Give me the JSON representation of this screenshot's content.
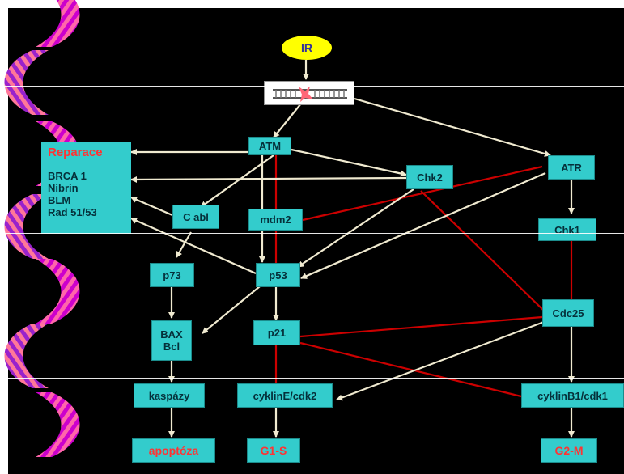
{
  "nodes": {
    "ir": "IR",
    "atm": "ATM",
    "atr": "ATR",
    "chk2": "Chk2",
    "chk1": "Chk1",
    "cabl": "C abl",
    "mdm2": "mdm2",
    "p73": "p73",
    "p53": "p53",
    "cdc25": "Cdc25",
    "bax": "BAX",
    "bcl": "Bcl",
    "p21": "p21",
    "kaspazy": "kaspázy",
    "cyklinE": "cyklinE/cdk2",
    "cyklinB1": "cyklinB1/cdk1"
  },
  "reparace": {
    "title": "Reparace",
    "items": [
      "BRCA 1",
      "Nibrin",
      "BLM",
      "Rad 51/53"
    ]
  },
  "outcomes": {
    "apoptoza": "apoptóza",
    "g1s": "G1-S",
    "g2m": "G2-M"
  },
  "colors": {
    "background": "#000000",
    "node_fill": "#33cccc",
    "activation_arrow": "#f0ead0",
    "inhibition_line": "#cc0000",
    "outcome_text": "#ff3333",
    "ir_fill": "#ffff00"
  },
  "icons": [
    "dna-helix-decoration",
    "dna-double-strand-icon",
    "damage-mark-icon"
  ]
}
